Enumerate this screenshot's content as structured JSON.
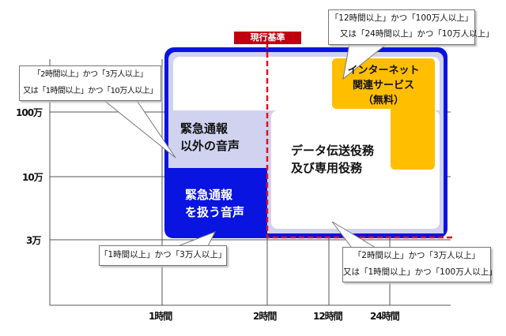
{
  "title_marker": "現行基準",
  "axes": {
    "y_ticks": [
      "100万",
      "10万",
      "3万"
    ],
    "x_ticks": [
      "1時間",
      "2時間",
      "12時間",
      "24時間"
    ]
  },
  "regions": {
    "voice_other": [
      "緊急通報",
      "以外の音声"
    ],
    "voice_emergency": [
      "緊急通報",
      "を扱う音声"
    ],
    "data": [
      "データ伝送役務",
      "及び専用役務"
    ],
    "internet": [
      "インターネット",
      "関連サービス",
      "（無料）"
    ]
  },
  "callouts": {
    "top_right": [
      "「12時間以上」かつ「100万人以上」",
      "又は「24時間以上」かつ「10万人以上」"
    ],
    "left": [
      "「2時間以上」かつ「3万人以上」",
      "又は「1時間以上」かつ「10万人以上」"
    ],
    "bottom_left": [
      "「1時間以上」かつ「3万人以上」"
    ],
    "bottom_right": [
      "「2時間以上」かつ「3万人以上」",
      "又は「1時間以上」かつ「100万人以上」"
    ]
  },
  "colors": {
    "blue": "#0a14e0",
    "lavender": "#d0d2f0",
    "orange": "#ffbe00",
    "red": "#e0101c",
    "marker_bg": "#c00010"
  }
}
